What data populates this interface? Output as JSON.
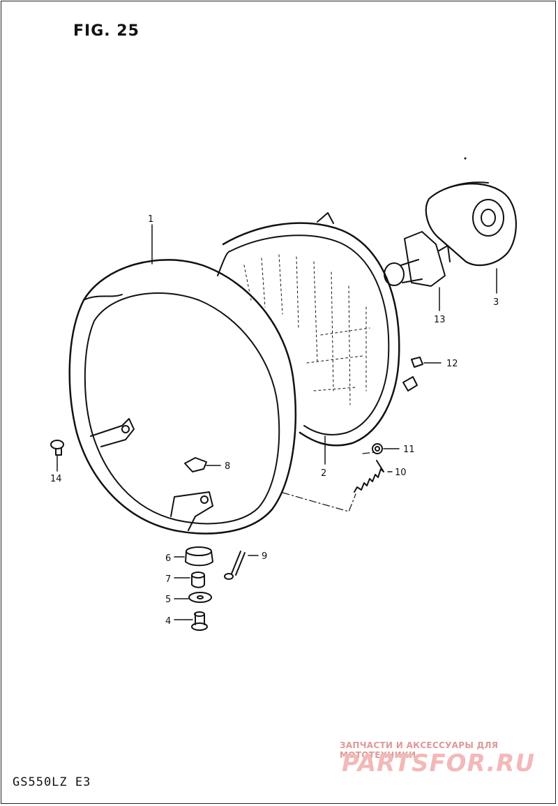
{
  "figure_title": "FIG. 25",
  "model_code": "GS550LZ  E3",
  "watermark": {
    "line": "ЗАПЧАСТИ И АКСЕССУАРЫ ДЛЯ МОТОТЕХНИКИ",
    "logo": "PARTSFOR.RU"
  },
  "callouts": {
    "p1": "1",
    "p2": "2",
    "p3": "3",
    "p4": "4",
    "p5": "5",
    "p6": "6",
    "p7": "7",
    "p8": "8",
    "p9": "9",
    "p10": "10",
    "p11": "11",
    "p12": "12",
    "p13": "13",
    "p14": "14"
  }
}
